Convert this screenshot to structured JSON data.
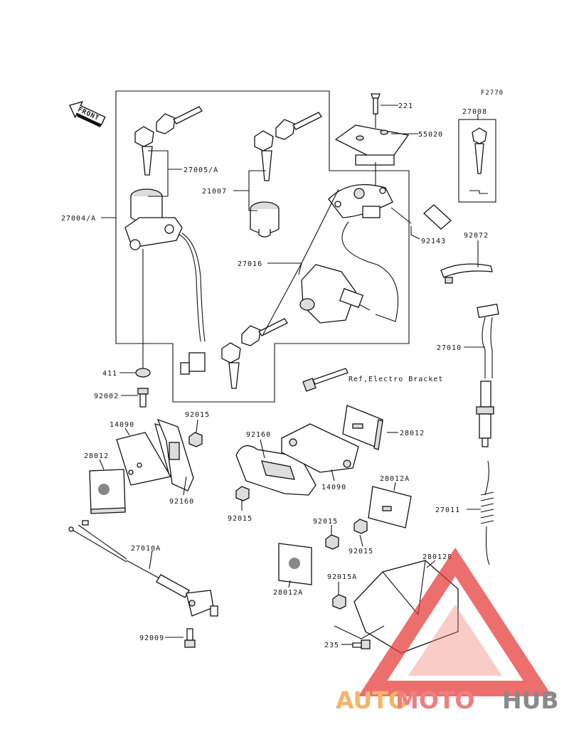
{
  "figure_code": "F2770",
  "front_label": "FRONT",
  "reference_label": "Ref,Electro Bracket",
  "parts": {
    "p221": "221",
    "p55020": "55020",
    "p27008": "27008",
    "p27005A": "27005/A",
    "p21007": "21007",
    "p27004A": "27004/A",
    "p92143": "92143",
    "p92072": "92072",
    "p27016": "27016",
    "p27010": "27010",
    "p411": "411",
    "p92002": "92002",
    "p92015_a": "92015",
    "p14090_a": "14090",
    "p28012_a": "28012",
    "p92160_a": "92160",
    "p92160_b": "92160",
    "p28012_b": "28012",
    "p14090_b": "14090",
    "p92015_b": "92015",
    "p28012A_a": "28012A",
    "p27011": "27011",
    "p92015_c": "92015",
    "p92015_d": "92015",
    "p27010A": "27010A",
    "p280128": "280128",
    "p28012A_b": "28012A",
    "p92015A": "92015A",
    "p92009": "92009",
    "p235": "235"
  },
  "watermark": {
    "part1": "AUTO",
    "part2": "MOTO",
    "part3": "HUB"
  },
  "colors": {
    "watermark_red": "#e53935",
    "watermark_orange": "#f3b46a",
    "watermark_grey": "#8a8a8a"
  }
}
